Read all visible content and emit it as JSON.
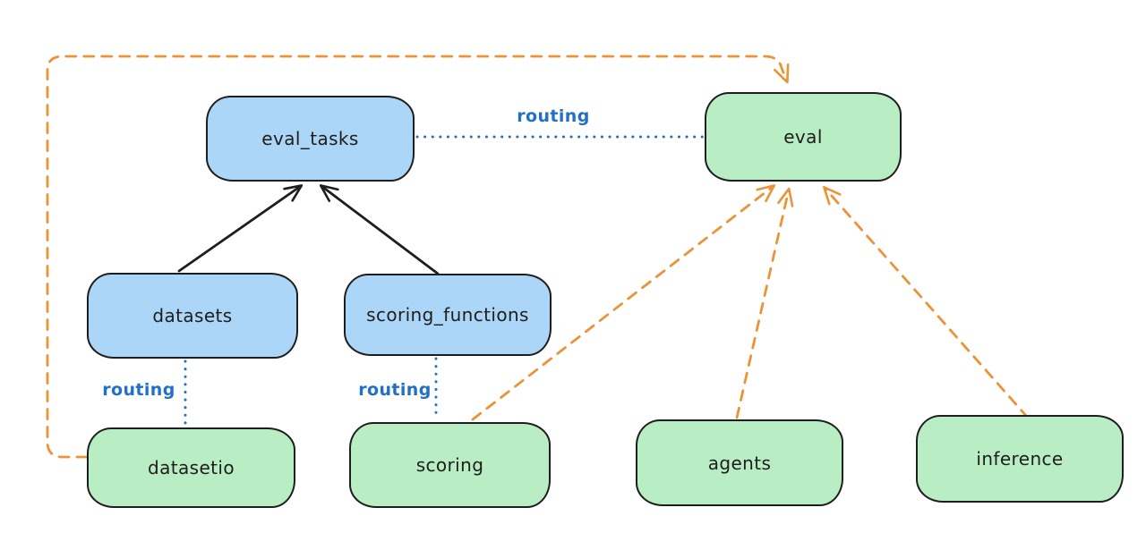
{
  "diagram": {
    "background": "#ffffff",
    "colors": {
      "node_stroke": "#1e1e1e",
      "blue_node_fill": "#abd6f8",
      "green_node_fill": "#b9edc3",
      "routing_line_blue": "#2170c4",
      "provider_arrow_orange": "#ea9437",
      "dependency_arrow_black": "#1e1e1e"
    },
    "nodes": [
      {
        "id": "eval_tasks",
        "label": "eval_tasks",
        "kind": "blue"
      },
      {
        "id": "eval",
        "label": "eval",
        "kind": "green"
      },
      {
        "id": "datasets",
        "label": "datasets",
        "kind": "blue"
      },
      {
        "id": "scoring_functions",
        "label": "scoring_functions",
        "kind": "blue"
      },
      {
        "id": "datasetio",
        "label": "datasetio",
        "kind": "green"
      },
      {
        "id": "scoring",
        "label": "scoring",
        "kind": "green"
      },
      {
        "id": "agents",
        "label": "agents",
        "kind": "green"
      },
      {
        "id": "inference",
        "label": "inference",
        "kind": "green"
      }
    ],
    "edges": [
      {
        "from": "eval_tasks",
        "to": "eval",
        "style": "dotted-blue",
        "label": "routing"
      },
      {
        "from": "datasets",
        "to": "datasetio",
        "style": "dotted-blue",
        "label": "routing"
      },
      {
        "from": "scoring_functions",
        "to": "scoring",
        "style": "dotted-blue",
        "label": "routing"
      },
      {
        "from": "datasets",
        "to": "eval_tasks",
        "style": "solid-black-arrow",
        "label": ""
      },
      {
        "from": "scoring_functions",
        "to": "eval_tasks",
        "style": "solid-black-arrow",
        "label": ""
      },
      {
        "from": "datasetio",
        "to": "eval",
        "style": "dashed-orange-arrow",
        "label": ""
      },
      {
        "from": "scoring",
        "to": "eval",
        "style": "dashed-orange-arrow",
        "label": ""
      },
      {
        "from": "agents",
        "to": "eval",
        "style": "dashed-orange-arrow",
        "label": ""
      },
      {
        "from": "inference",
        "to": "eval",
        "style": "dashed-orange-arrow",
        "label": ""
      }
    ]
  }
}
